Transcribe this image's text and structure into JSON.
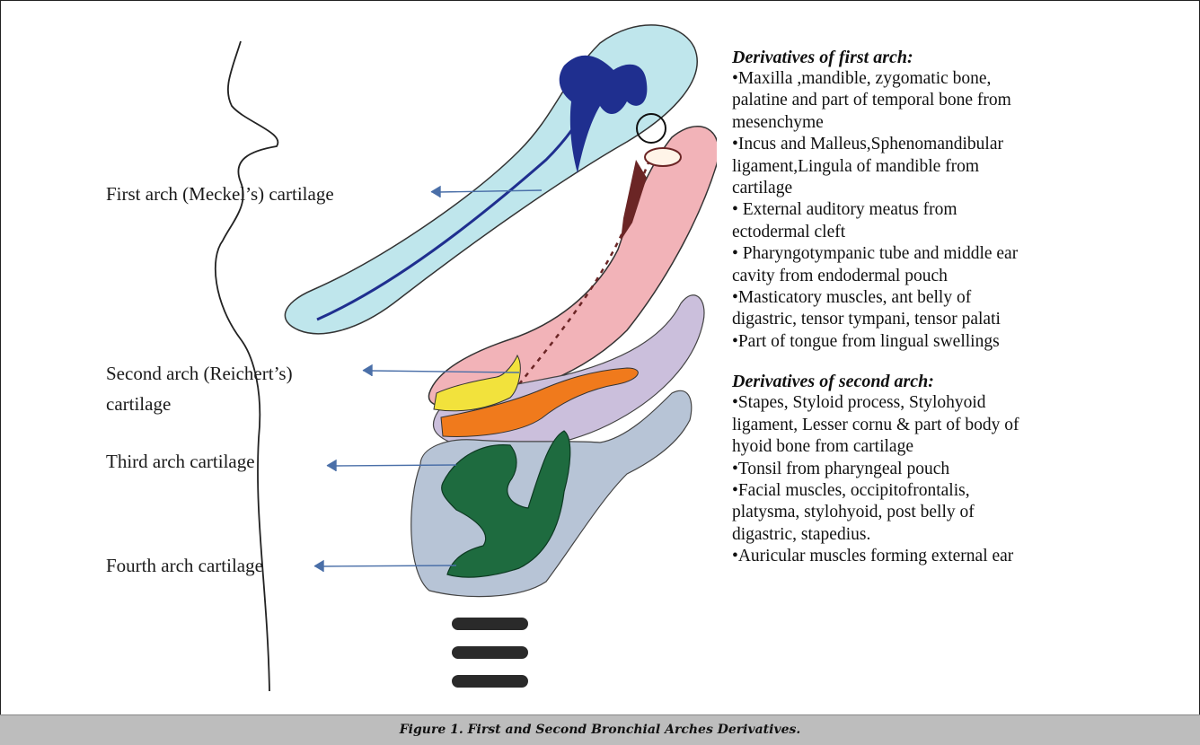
{
  "labels": {
    "first": "First arch (Meckel’s) cartilage",
    "second_line1": "Second arch (Reichert’s)",
    "second_line2": "cartilage",
    "third": "Third arch cartilage",
    "fourth": "Fourth arch cartilage"
  },
  "first_arch": {
    "heading": "Derivatives of first arch:",
    "items": [
      "•Maxilla ,mandible, zygomatic bone,",
      "palatine and part of temporal bone from",
      "mesenchyme",
      "•Incus and Malleus,Sphenomandibular",
      "ligament,Lingula of mandible from",
      "cartilage",
      "• External auditory meatus from",
      "ectodermal cleft",
      "• Pharyngotympanic tube and middle ear",
      "cavity from endodermal pouch",
      "•Masticatory muscles, ant belly of",
      "digastric, tensor tympani, tensor palati",
      "•Part of tongue from lingual swellings"
    ]
  },
  "second_arch": {
    "heading": "Derivatives of second arch:",
    "items": [
      "•Stapes, Styloid process, Stylohyoid",
      "ligament, Lesser cornu & part of body of",
      "hyoid bone from cartilage",
      "•Tonsil from pharyngeal pouch",
      "•Facial muscles, occipitofrontalis,",
      "platysma, stylohyoid, post belly of",
      "digastric, stapedius.",
      "•Auricular muscles forming external ear"
    ]
  },
  "caption": "Figure 1. First and Second Bronchial Arches Derivatives.",
  "colors": {
    "first_arch_fill": "#bfe6ec",
    "ossicle_blue": "#1f2f8f",
    "second_arch_fill": "#f2b3b8",
    "third_arch_fill": "#cbbfdc",
    "fourth_arch_fill": "#b7c4d6",
    "yellow": "#f2e23c",
    "orange": "#f07a1c",
    "green": "#1e6b3f",
    "arrow": "#4a6fa8",
    "caption_bg": "#bdbdbd"
  }
}
